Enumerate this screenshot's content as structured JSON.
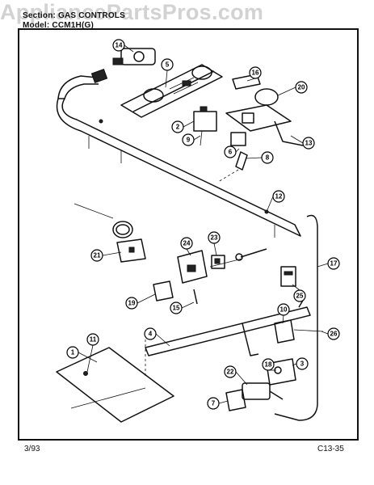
{
  "header": {
    "section_line": "Section: GAS CONTROLS",
    "model_line": "Model: CCM1H(G)"
  },
  "watermark": "AppliancePartsPros.com",
  "footer": {
    "date": "3/93",
    "code": "C13-35"
  },
  "callouts": [
    "14",
    "5",
    "16",
    "20",
    "2",
    "9",
    "6",
    "8",
    "13",
    "12",
    "21",
    "24",
    "23",
    "17",
    "25",
    "19",
    "15",
    "10",
    "4",
    "11",
    "26",
    "1",
    "3",
    "18",
    "22",
    "7"
  ]
}
